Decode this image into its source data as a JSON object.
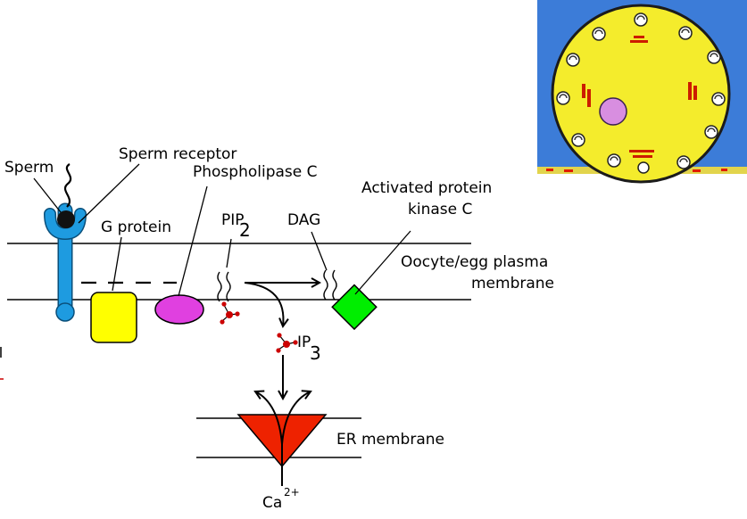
{
  "labels": {
    "sperm": "Sperm",
    "sperm_receptor": "Sperm receptor",
    "phospholipase_c": "Phospholipase C",
    "activated_pkc_line1": "Activated protein",
    "activated_pkc_line2": "kinase C",
    "g_protein": "G protein",
    "pip2_main": "PIP",
    "pip2_sub": "2",
    "dag": "DAG",
    "plasma_membrane_line1": "Oocyte/egg plasma",
    "plasma_membrane_line2": "membrane",
    "ip3_main": "IP",
    "ip3_sub": "3",
    "er_membrane": "ER membrane",
    "ca_main": "Ca",
    "ca_sup": "2+"
  },
  "colors": {
    "receptor": "#1e9be0",
    "sperm_head": "#111111",
    "g_protein": "#ffff00",
    "phospholipase": "#e040e0",
    "pkc": "#00ee00",
    "ip3_dot": "#cc0000",
    "er_channel": "#ee2200",
    "egg_background": "#3c7cd8",
    "egg_cytoplasm": "#f4ec2c",
    "egg_nucleus": "#d88ee0",
    "egg_marks": "#cc1c00"
  },
  "inset": {
    "description_icon": "fertilized-egg-icon"
  }
}
